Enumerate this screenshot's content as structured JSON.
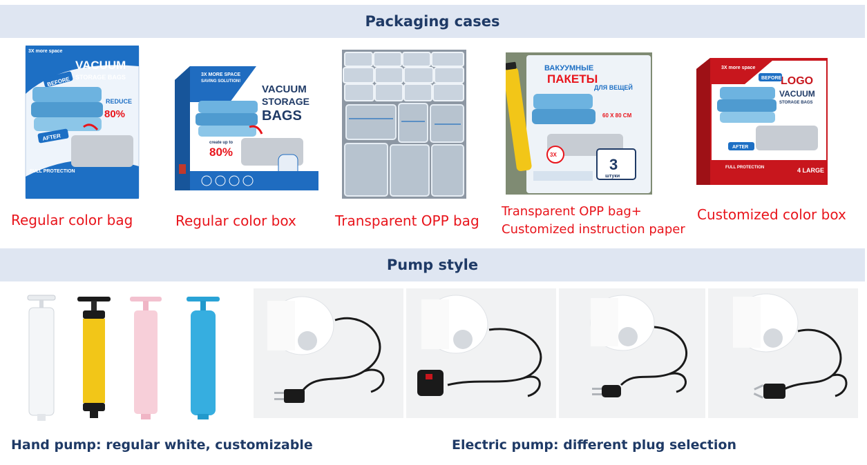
{
  "sections": {
    "packaging_title": "Packaging cases",
    "pump_title": "Pump style"
  },
  "packaging": [
    {
      "caption": "Regular color bag",
      "print": {
        "top": "3X more space",
        "brand": "VACUUM",
        "sub": "STORAGE BAGS",
        "before": "BEFORE",
        "reduce": "REDUCE",
        "pct": "80%",
        "after": "AFTER",
        "foot": "FULL PROTECTION"
      }
    },
    {
      "caption": "Regular color box",
      "print": {
        "top": "3X MORE SPACE",
        "top2": "SAVING SOLUTION!",
        "brand": "VACUUM",
        "sub": "STORAGE",
        "sub2": "BAGS",
        "pct": "80%",
        "pct_lbl": "create up to"
      }
    },
    {
      "caption": "Transparent OPP bag"
    },
    {
      "caption_line1": "Transparent OPP bag+",
      "caption_line2": "Customized instruction paper",
      "print": {
        "ru1": "ВАКУУМНЫЕ",
        "ru2": "ПАКЕТЫ",
        "ru3": "ДЛЯ ВЕЩЕЙ",
        "size": "60 X 80 CM",
        "count": "3",
        "unit": "штуки",
        "badge": "3X"
      }
    },
    {
      "caption": "Customized color box",
      "print": {
        "top": "3X more space",
        "logo": "LOGO",
        "brand": "VACUUM",
        "sub": "STORAGE BAGS",
        "before": "BEFORE",
        "after": "AFTER",
        "foot": "FULL PROTECTION",
        "count": "4 LARGE"
      }
    }
  ],
  "captions": {
    "hand": "Hand pump: regular white, customizable",
    "electric": "Electric pump: different plug selection"
  },
  "colors": {
    "band": "#dfe6f2",
    "band_text": "#1f3a66",
    "caption": "#e8141b"
  }
}
